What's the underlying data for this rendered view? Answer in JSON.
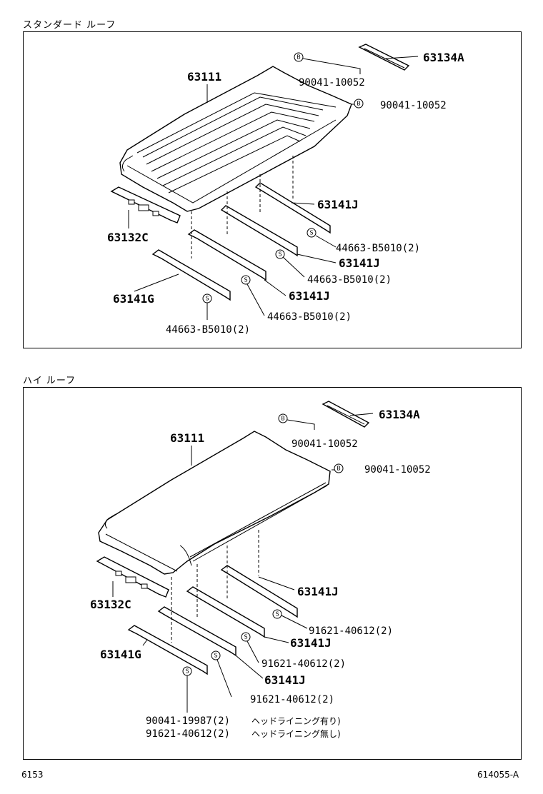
{
  "sections": {
    "standard": {
      "title": "スタンダード ルーフ",
      "labels": {
        "p63134A": "63134A",
        "b1": "90041-10052",
        "b2": "90041-10052",
        "p63111": "63111",
        "p63141J_a": "63141J",
        "p63132C": "63132C",
        "s1": "44663-B5010(2)",
        "p63141J_b": "63141J",
        "s2": "44663-B5010(2)",
        "p63141J_c": "63141J",
        "p63141G": "63141G",
        "s3": "44663-B5010(2)",
        "s4": "44663-B5010(2)"
      }
    },
    "high": {
      "title": "ハイ ルーフ",
      "labels": {
        "p63134A": "63134A",
        "b1": "90041-10052",
        "b2": "90041-10052",
        "p63111": "63111",
        "p63141J_a": "63141J",
        "p63132C": "63132C",
        "s1": "91621-40612(2)",
        "p63141G": "63141G",
        "p63141J_b": "63141J",
        "s2": "91621-40612(2)",
        "p63141J_c": "63141J",
        "s3": "91621-40612(2)",
        "n1_part": "90041-19987(2)",
        "n1_text": "ヘッドライニング有り)",
        "n2_part": "91621-40612(2)",
        "n2_text": "ヘッドライニング無し)"
      }
    }
  },
  "symbols": {
    "bolt": "B",
    "screw": "S"
  },
  "footer": {
    "left": "6153",
    "right": "614055-A"
  }
}
